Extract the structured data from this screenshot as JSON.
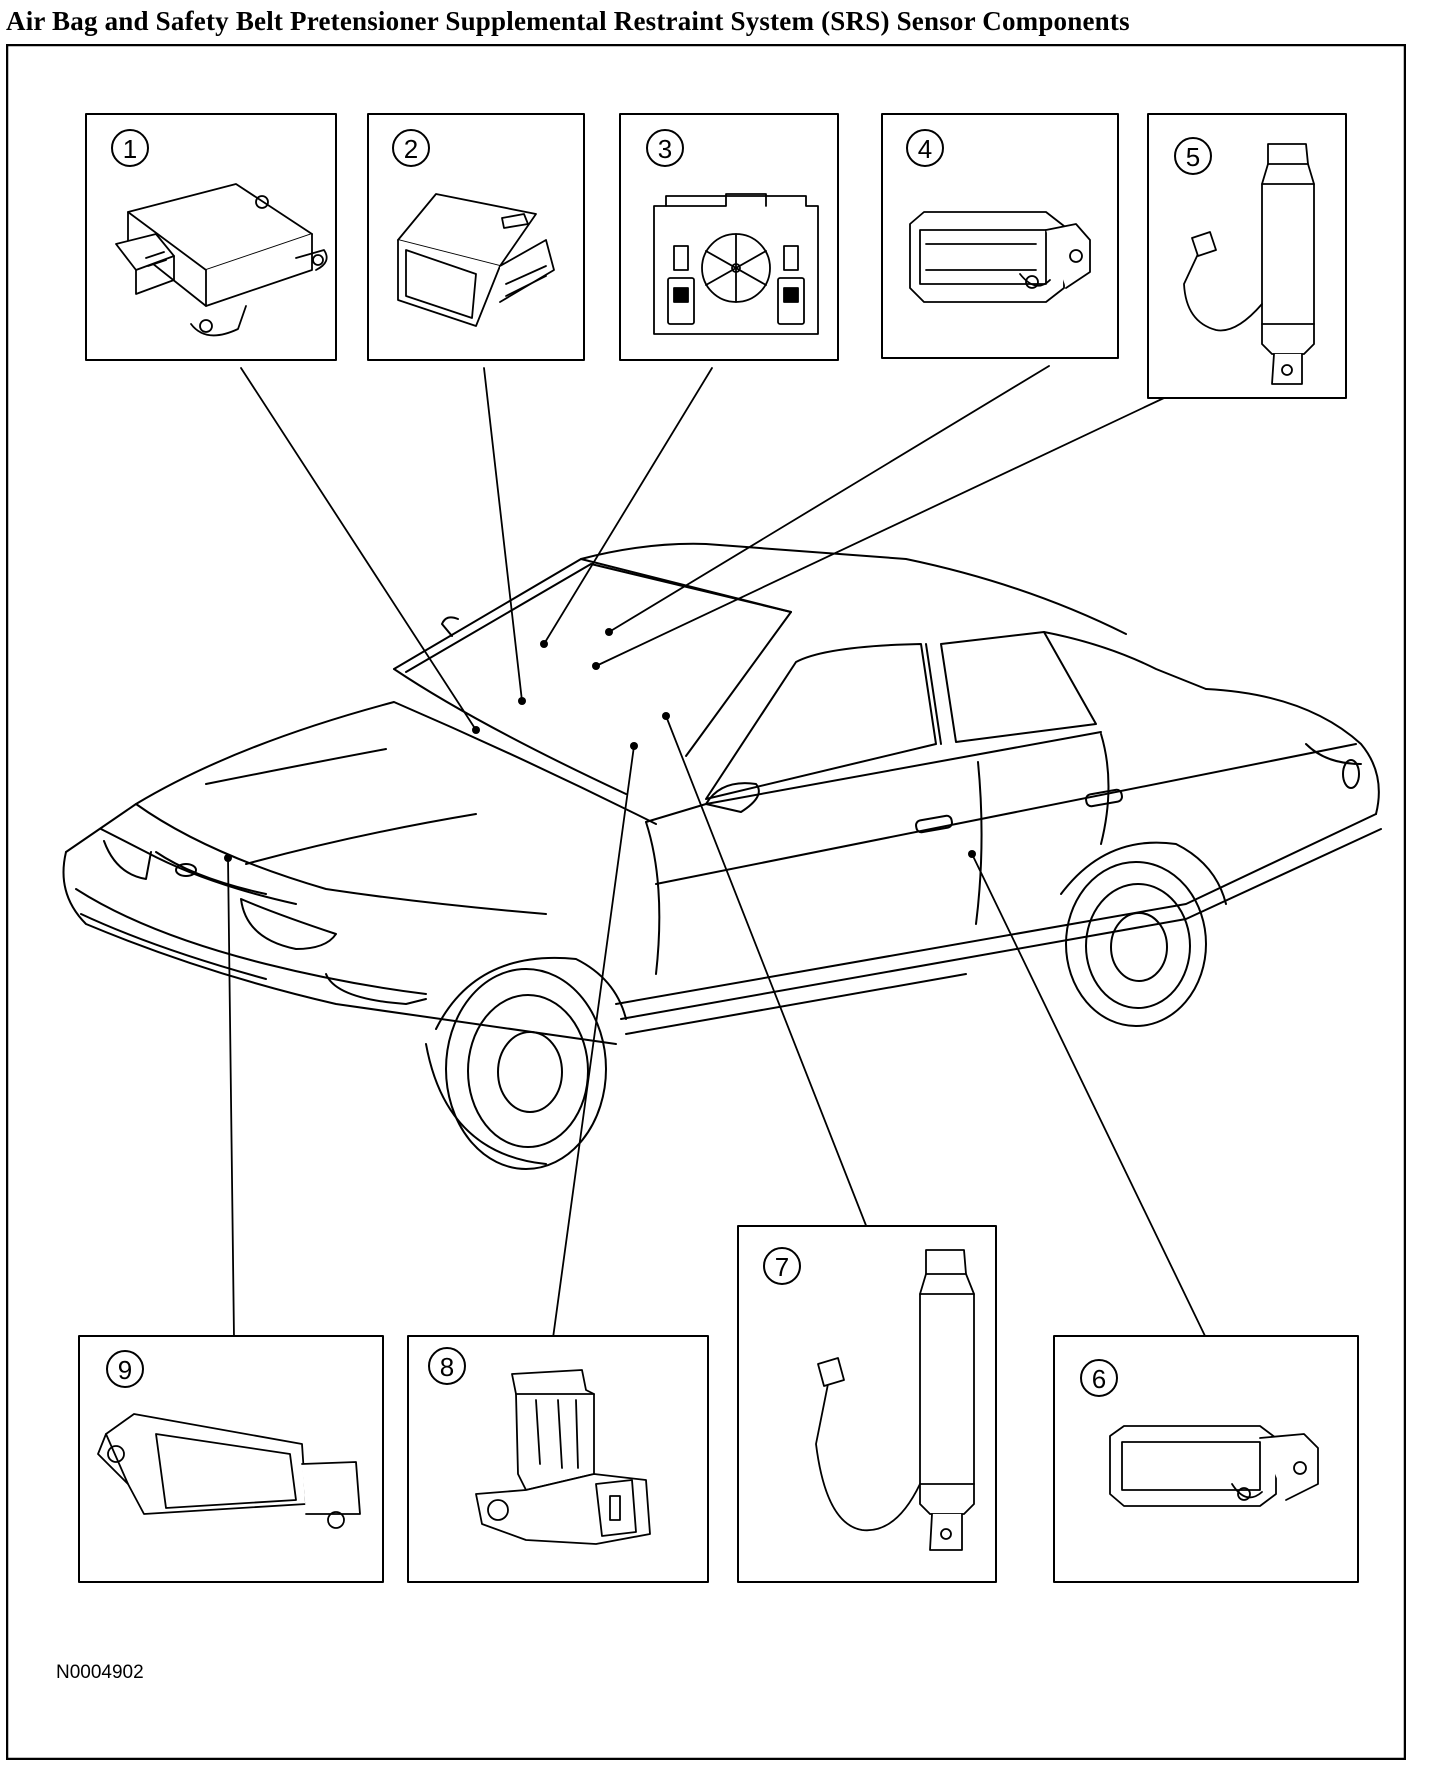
{
  "title": "Air Bag and Safety Belt Pretensioner Supplemental Restraint System (SRS) Sensor Components",
  "figure_id": "N0004902",
  "callouts": {
    "c1": "1",
    "c2": "2",
    "c3": "3",
    "c4": "4",
    "c5": "5",
    "c6": "6",
    "c7": "7",
    "c8": "8",
    "c9": "9"
  },
  "components": [
    {
      "number": "1",
      "icon": "restraint-control-module-icon"
    },
    {
      "number": "2",
      "icon": "side-sensor-module-icon"
    },
    {
      "number": "3",
      "icon": "occupant-classification-sensor-icon"
    },
    {
      "number": "4",
      "icon": "crash-sensor-icon"
    },
    {
      "number": "5",
      "icon": "seat-belt-buckle-switch-icon"
    },
    {
      "number": "6",
      "icon": "crash-sensor-icon"
    },
    {
      "number": "7",
      "icon": "seat-belt-buckle-switch-icon"
    },
    {
      "number": "8",
      "icon": "seat-track-position-sensor-icon"
    },
    {
      "number": "9",
      "icon": "front-impact-sensor-icon"
    }
  ]
}
